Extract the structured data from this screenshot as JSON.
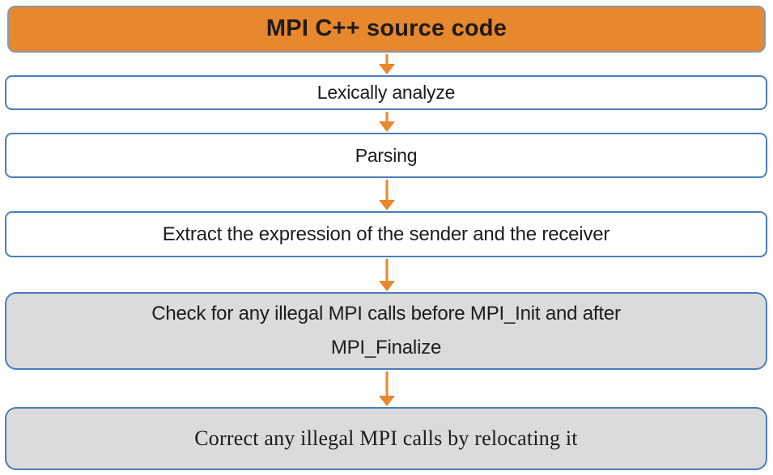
{
  "palette": {
    "orange_fill": "#E7872E",
    "orange_border": "#8C96AE",
    "blue_border": "#4A7EBC",
    "white_fill": "#FFFFFF",
    "gray_fill": "#DBDBDB",
    "arrow": "#E7872E",
    "text_dark": "#1C1C1C",
    "title_text": "#1F1B17"
  },
  "diagram": {
    "type": "flowchart",
    "direction": "top-down",
    "edges": [
      [
        "source-code",
        "lexically-analyze"
      ],
      [
        "lexically-analyze",
        "parsing"
      ],
      [
        "parsing",
        "extract-expression"
      ],
      [
        "extract-expression",
        "check-illegal-calls"
      ],
      [
        "check-illegal-calls",
        "correct-illegal-calls"
      ]
    ]
  },
  "nodes": [
    {
      "id": "source-code",
      "variant": "orange",
      "label": "MPI C++ source code"
    },
    {
      "id": "lexically-analyze",
      "variant": "white",
      "label": "Lexically analyze"
    },
    {
      "id": "parsing",
      "variant": "white",
      "label": "Parsing"
    },
    {
      "id": "extract-expression",
      "variant": "white",
      "label": "Extract the expression of the sender and the receiver"
    },
    {
      "id": "check-illegal-calls",
      "variant": "gray",
      "label": "Check for any illegal MPI calls before MPI_Init and after MPI_Finalize",
      "lines": [
        "Check for any illegal MPI calls before MPI_Init and after",
        "MPI_Finalize"
      ]
    },
    {
      "id": "correct-illegal-calls",
      "variant": "gray",
      "label": "Correct any illegal MPI calls by relocating it"
    }
  ]
}
